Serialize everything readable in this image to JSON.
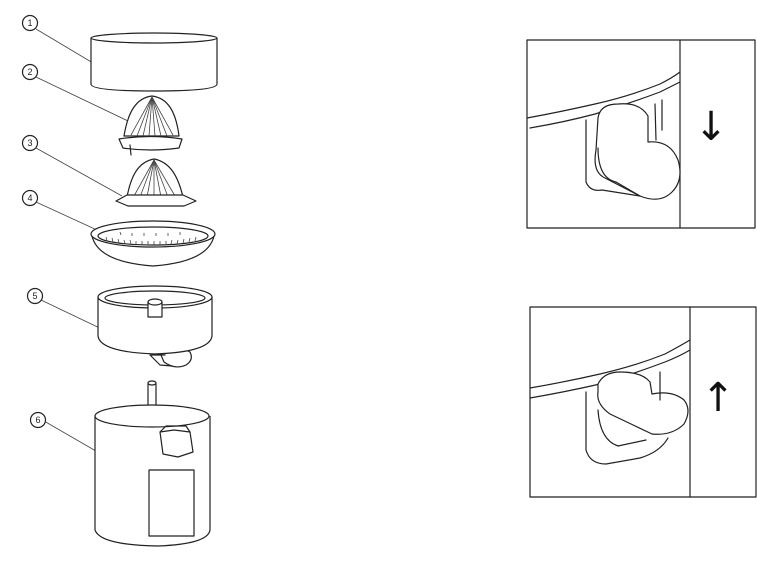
{
  "callouts": [
    {
      "number": "1",
      "part": "cover"
    },
    {
      "number": "2",
      "part": "small-cone"
    },
    {
      "number": "3",
      "part": "large-cone"
    },
    {
      "number": "4",
      "part": "strainer"
    },
    {
      "number": "5",
      "part": "juice-container"
    },
    {
      "number": "6",
      "part": "motor-base"
    }
  ],
  "spout_views": [
    {
      "state": "open",
      "arrow": "down",
      "arrow_glyph": "↓"
    },
    {
      "state": "closed",
      "arrow": "up",
      "arrow_glyph": "↑"
    }
  ],
  "colors": {
    "line": "#222222",
    "background": "#ffffff"
  }
}
